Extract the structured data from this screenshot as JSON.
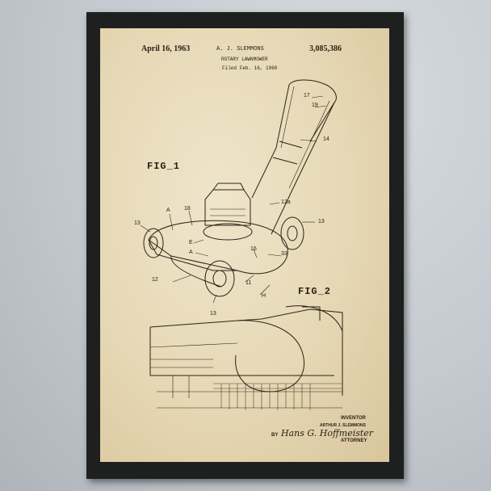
{
  "patent": {
    "date": "April 16, 1963",
    "inventor_header": "A. J. SLEMMONS",
    "number": "3,085,386",
    "title": "ROTARY LAWNMOWER",
    "filed": "Filed Feb. 16, 1960"
  },
  "figures": {
    "fig1": "FIG_1",
    "fig2": "FIG_2"
  },
  "reference_labels": {
    "r17": "17",
    "r19": "19",
    "r14": "14",
    "r12a": "12a",
    "r13a": "13",
    "r13b": "13",
    "r13c": "13",
    "rA1": "A",
    "rA2": "A",
    "r18": "18",
    "rE": "E",
    "r16": "16",
    "r33": "33",
    "r12": "12",
    "r11": "11",
    "rH": "H"
  },
  "footer": {
    "inventor_label": "INVENTOR",
    "inventor_name": "ARTHUR J. SLEMMONS",
    "by": "BY",
    "signature": "Hans G. Hoffmeister",
    "attorney": "ATTORNEY"
  }
}
